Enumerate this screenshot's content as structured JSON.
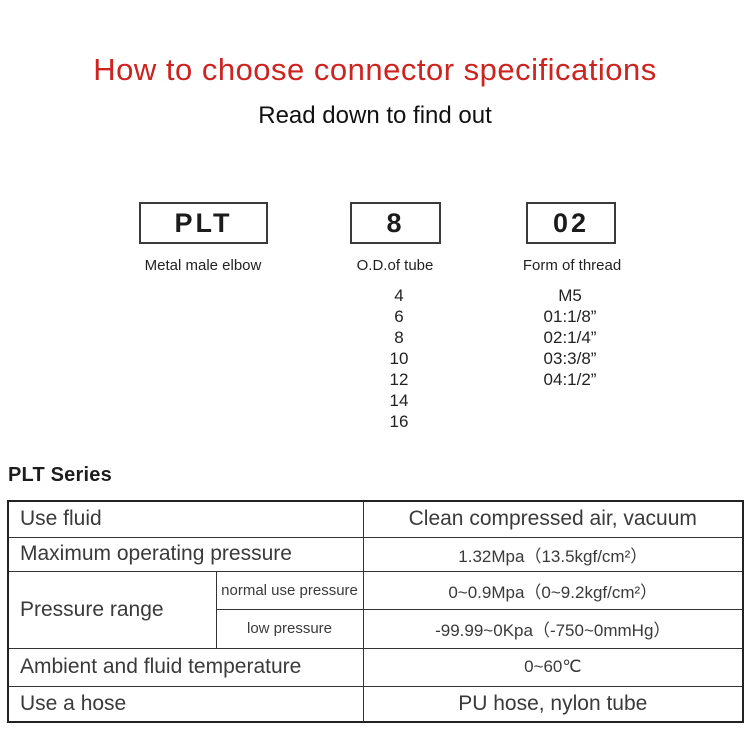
{
  "header": {
    "title": "How to choose connector specifications",
    "subtitle": "Read down to find out"
  },
  "selector": {
    "boxes": [
      {
        "code": "PLT",
        "label": "Metal male elbow",
        "options": []
      },
      {
        "code": "8",
        "label": "O.D.of tube",
        "options": [
          "4",
          "6",
          "8",
          "10",
          "12",
          "14",
          "16"
        ]
      },
      {
        "code": "02",
        "label": "Form of thread",
        "options": [
          "M5",
          "01:1/8”",
          "02:1/4”",
          "03:3/8”",
          "04:1/2”"
        ]
      }
    ]
  },
  "spec_table": {
    "heading": "PLT Series",
    "rows": [
      {
        "label": "Use fluid",
        "value": "Clean compressed air, vacuum",
        "shaded": true
      },
      {
        "label": "Maximum operating pressure",
        "value": "1.32Mpa（13.5kgf/cm²）",
        "shaded": false
      },
      {
        "label": "Pressure range",
        "sub": [
          {
            "label": "normal use pressure",
            "value": "0~0.9Mpa（0~9.2kgf/cm²）",
            "shaded": true
          },
          {
            "label": "low pressure",
            "value": "-99.99~0Kpa（-750~0mmHg）",
            "shaded": false
          }
        ]
      },
      {
        "label": "Ambient and fluid temperature",
        "value": "0~60℃",
        "shaded": true
      },
      {
        "label": "Use a hose",
        "value": "PU hose, nylon tube",
        "shaded": false
      }
    ]
  },
  "colors": {
    "title_red": "#cc2420",
    "table_shade": "#f2ecdf",
    "border_dark": "#333333",
    "text_dark": "#3a3a3a"
  }
}
